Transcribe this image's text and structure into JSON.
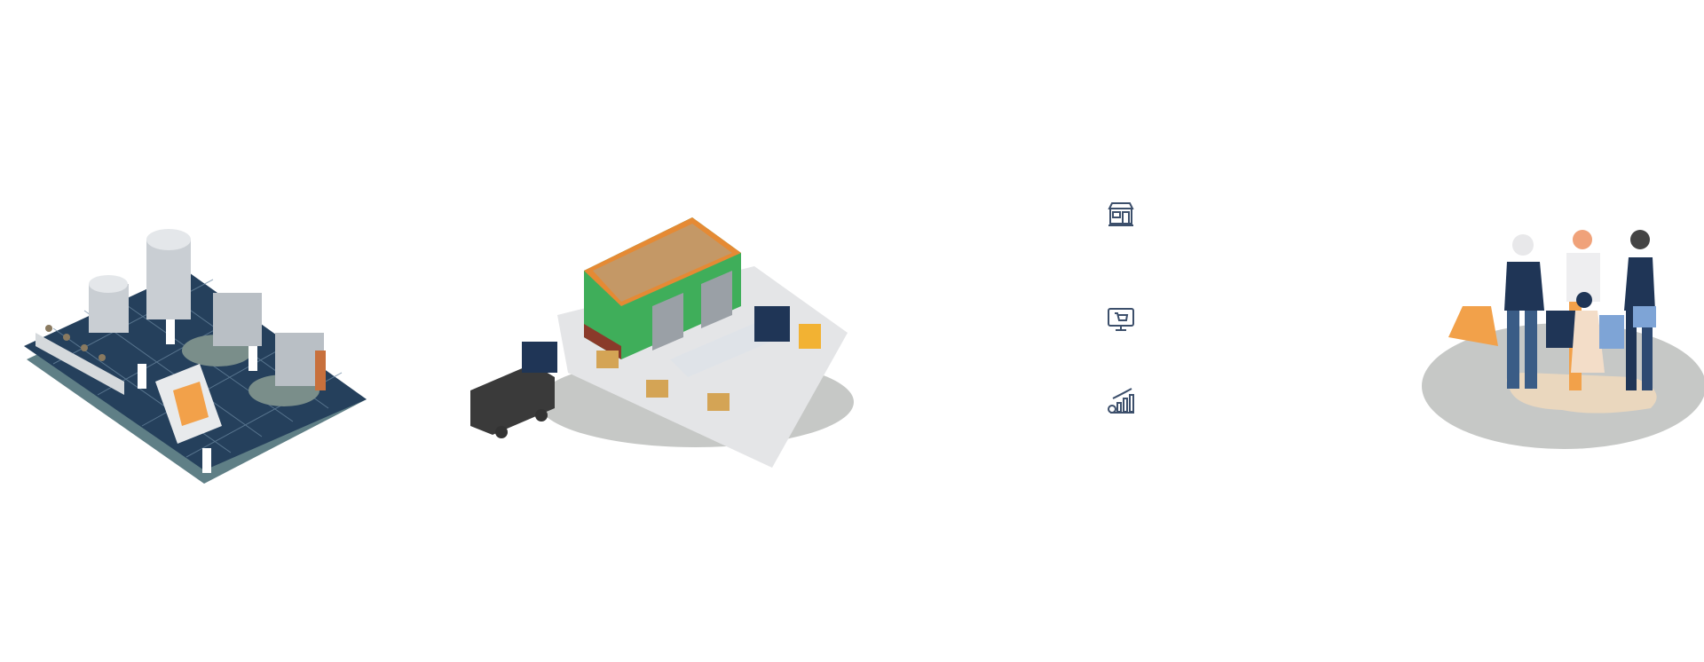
{
  "scenes": [
    {
      "name": "factory-illustration",
      "icon": "factory-production-line"
    },
    {
      "name": "warehouse-illustration",
      "icon": "warehouse-logistics-trucks"
    },
    {
      "name": "shoppers-illustration",
      "icon": "family-shopping-bags"
    }
  ],
  "icons": [
    {
      "name": "storefront-icon"
    },
    {
      "name": "online-shopping-cart-monitor-icon"
    },
    {
      "name": "sales-growth-chart-icon"
    }
  ],
  "colors": {
    "background": "#ffffff",
    "icon": "#3c4f6b",
    "navy": "#1f3556",
    "floor": "#25405c",
    "shadow": "#c6c8c6",
    "warehouse_green": "#3fae5a",
    "roof": "#c49866",
    "orange": "#f2a14a",
    "sand": "#ead7be",
    "light_blue": "#7ea4d6"
  }
}
